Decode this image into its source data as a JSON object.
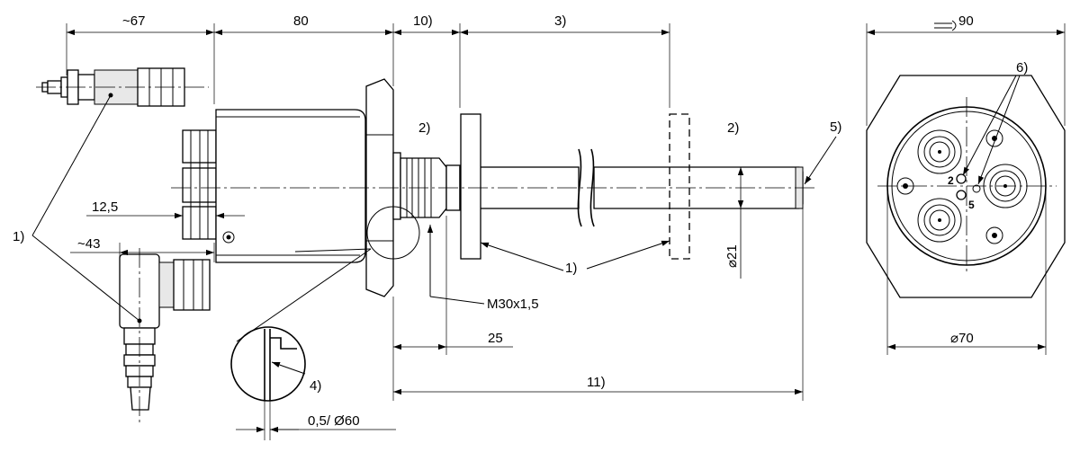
{
  "dimensions": {
    "plug_length": "~67",
    "housing_length": "80",
    "note_10": "10)",
    "note_3": "3)",
    "width_across_flats": "90",
    "connector_offset": "12,5",
    "angled_plug_length": "~43",
    "thread": "M30x1,5",
    "thread_length": "25",
    "probe_diameter": "⌀21",
    "note_11": "11)",
    "front_diameter": "⌀70",
    "seal_dimension": "0,5/ Ø60"
  },
  "notes": {
    "n1_left": "1)",
    "n1_mid": "1)",
    "n2_left": "2)",
    "n2_right": "2)",
    "n4": "4)",
    "n5": "5)",
    "n6": "6)"
  },
  "pin_labels": {
    "pin_2": "2",
    "pin_5": "5"
  }
}
